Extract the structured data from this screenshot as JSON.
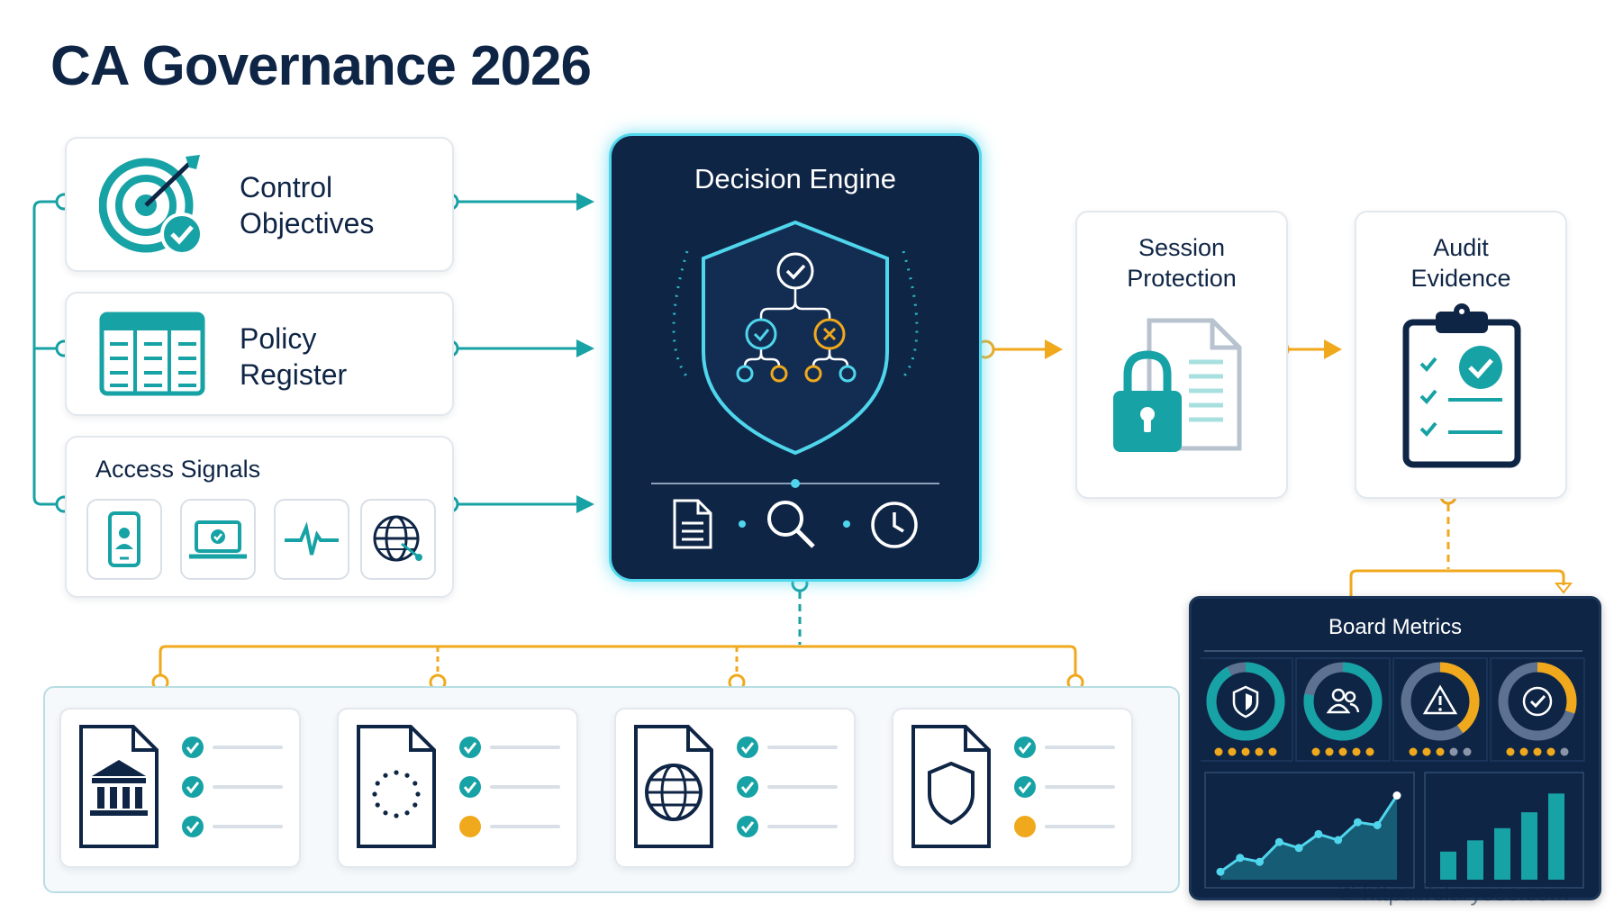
{
  "title": "CA Governance 2026",
  "inputs": {
    "control_objectives": "Control\nObjectives",
    "policy_register": "Policy\nRegister",
    "access_signals": "Access Signals"
  },
  "decision_engine": {
    "title": "Decision Engine"
  },
  "session_protection": "Session\nProtection",
  "audit_evidence": "Audit\nEvidence",
  "board_metrics": {
    "title": "Board Metrics",
    "gauges": [
      {
        "icon": "shield-icon",
        "level": 0.92,
        "color": "#17a2a5",
        "dots_filled": 5
      },
      {
        "icon": "users-icon",
        "level": 0.78,
        "color": "#17a2a5",
        "dots_filled": 5
      },
      {
        "icon": "warning-icon",
        "level": 0.4,
        "color": "#f0a91c",
        "dots_filled": 3
      },
      {
        "icon": "check-icon",
        "level": 0.3,
        "color": "#f0a91c",
        "dots_filled": 4
      }
    ],
    "line_chart": [
      0.08,
      0.22,
      0.18,
      0.38,
      0.32,
      0.46,
      0.4,
      0.58,
      0.55,
      0.85
    ],
    "bar_chart": [
      0.3,
      0.42,
      0.55,
      0.72,
      0.92
    ]
  },
  "regulations": [
    {
      "icon": "bank-document-icon",
      "status": [
        "ok",
        "ok",
        "ok"
      ]
    },
    {
      "icon": "eu-document-icon",
      "status": [
        "ok",
        "ok",
        "pending"
      ]
    },
    {
      "icon": "globe-document-icon",
      "status": [
        "ok",
        "ok",
        "ok"
      ]
    },
    {
      "icon": "shield-document-icon",
      "status": [
        "ok",
        "ok",
        "pending"
      ]
    }
  ],
  "colors": {
    "navy": "#0f2545",
    "teal": "#17a2a5",
    "amber": "#f0a91c",
    "cyan": "#4fd6ec"
  },
  "watermark": "© https://clarysec.com"
}
